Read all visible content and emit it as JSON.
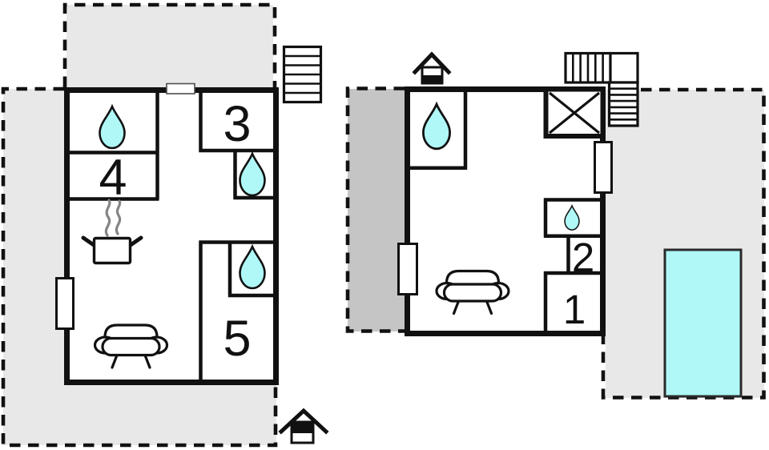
{
  "page": {
    "title": "Property floor plans"
  },
  "colors": {
    "wall": "#111111",
    "terrace_light": "#e8e8e8",
    "terrace_dark": "#c5c5c5",
    "water": "#b0f8f8",
    "steam": "#858585"
  },
  "icons": {
    "water_drop": "water-drop-icon",
    "stove": "stove-icon",
    "sofa": "sofa-icon",
    "stairs": "stairs-icon",
    "chimney": "chimney-icon",
    "pool": "pool",
    "window": "window-marker",
    "storage": "storage-x-box"
  },
  "floors": [
    {
      "name": "floor-1",
      "rooms": [
        {
          "label": "3"
        },
        {
          "label": "4"
        },
        {
          "label": "5"
        }
      ]
    },
    {
      "name": "floor-2",
      "rooms": [
        {
          "label": "2"
        },
        {
          "label": "1"
        }
      ]
    }
  ]
}
